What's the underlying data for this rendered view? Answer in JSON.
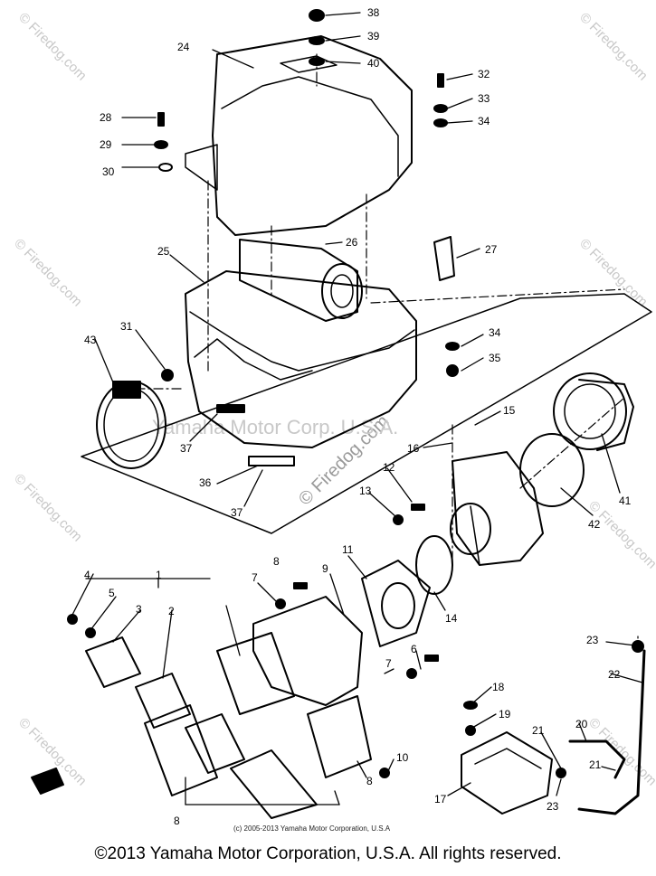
{
  "diagram": {
    "inner_copyright": "(c) 2005-2013 Yamaha Motor Corporation, U.S.A",
    "watermarks": {
      "top_left": "© Firedog.com",
      "top_right": "© Firedog.com",
      "mid_left": "© Firedog.com",
      "mid_right": "© Firedog.com",
      "low_left": "© Firedog.com",
      "low_right": "© Firedog.com",
      "bottom_left": "© Firedog.com",
      "bottom_right": "© Firedog.com",
      "center": "© Firedog.com",
      "center_brand": "Yamaha Motor Corp. U.S.A."
    },
    "callouts": [
      "38",
      "39",
      "40",
      "24",
      "32",
      "33",
      "34",
      "28",
      "29",
      "30",
      "26",
      "27",
      "25",
      "31",
      "43",
      "34",
      "35",
      "15",
      "16",
      "12",
      "13",
      "41",
      "42",
      "37",
      "36",
      "37",
      "11",
      "14",
      "9",
      "8",
      "7",
      "4",
      "5",
      "3",
      "1",
      "2",
      "6",
      "7",
      "23",
      "22",
      "18",
      "19",
      "21",
      "20",
      "21",
      "23",
      "17",
      "10",
      "8",
      "8"
    ]
  },
  "footer": {
    "copyright": "©2013 Yamaha Motor Corporation, U.S.A. All rights reserved."
  }
}
